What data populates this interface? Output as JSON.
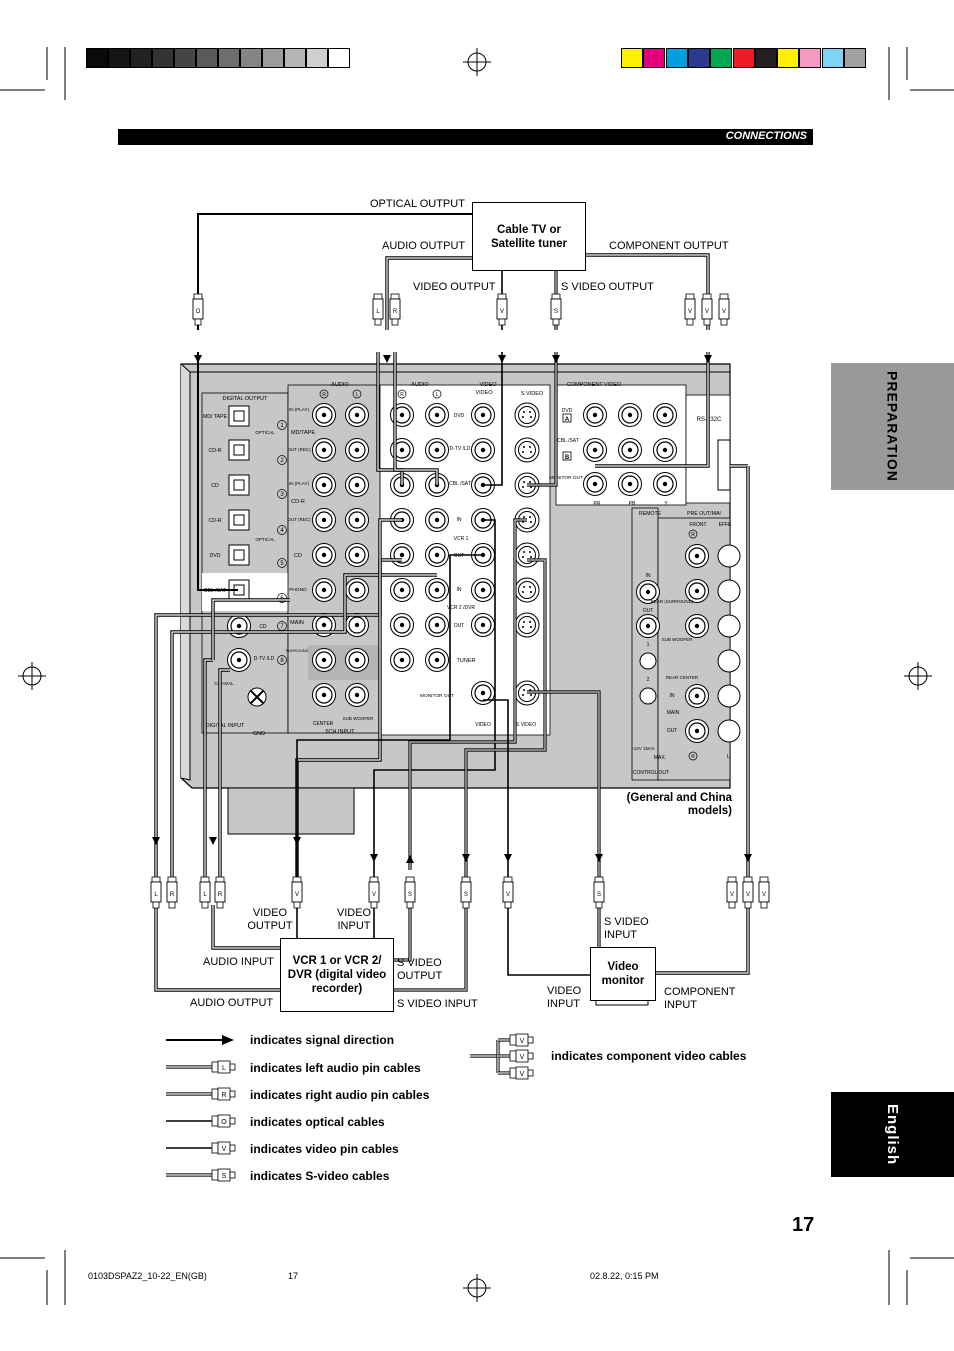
{
  "header": {
    "section": "CONNECTIONS"
  },
  "side_tabs": {
    "preparation": "PREPARATION",
    "english": "English"
  },
  "colors": {
    "gray_swatches": [
      "#0a0a0a",
      "#151515",
      "#222",
      "#333",
      "#454545",
      "#5a5a5a",
      "#6e6e6e",
      "#858585",
      "#9c9c9c",
      "#b4b4b4",
      "#cfcfcf",
      "#ffffff"
    ],
    "color_swatches": [
      "#ffef00",
      "#e2007a",
      "#00a0e0",
      "#2a3a90",
      "#00a651",
      "#ed1c24",
      "#231f20",
      "#fff100",
      "#f49ac1",
      "#7fd4f3",
      "#a0a0a0"
    ],
    "panel_gray": "#c7c7c7"
  },
  "tuner": {
    "name": "Cable TV or Satellite tuner",
    "optical_output": "OPTICAL OUTPUT",
    "audio_output": "AUDIO OUTPUT",
    "component_output": "COMPONENT OUTPUT",
    "video_output": "VIDEO OUTPUT",
    "s_video_output": "S VIDEO OUTPUT"
  },
  "vcr": {
    "name": "VCR 1 or VCR 2/ DVR (digital video recorder)",
    "video_output": "VIDEO OUTPUT",
    "video_input": "VIDEO INPUT",
    "audio_input": "AUDIO INPUT",
    "audio_output": "AUDIO OUTPUT",
    "s_video_output": "S VIDEO OUTPUT",
    "s_video_input": "S VIDEO INPUT"
  },
  "monitor": {
    "name": "Video monitor",
    "s_video_input": "S VIDEO INPUT",
    "video_input": "VIDEO INPUT",
    "component_input": "COMPONENT INPUT"
  },
  "models_note": "(General and China models)",
  "panel": {
    "digital_output": "DIGITAL OUTPUT",
    "outputs": [
      "MD/ TAPE",
      "CD-R"
    ],
    "inputs": [
      "CD",
      "CD-R",
      "DVD",
      "CBL /SAT"
    ],
    "coax": [
      "CD",
      "D-TV /LD"
    ],
    "optical": "OPTICAL",
    "coaxial": "COAXIAL",
    "digital_input": "DIGITAL INPUT",
    "gnd": "GND",
    "audio": "AUDIO",
    "video": "VIDEO",
    "s_video": "S VIDEO",
    "component_video": "COMPONENT VIDEO",
    "rs232c": "RS-232C",
    "numbers": [
      "1",
      "2",
      "3",
      "4",
      "5",
      "6",
      "7",
      "8"
    ],
    "in_play": "IN (PLAY)",
    "out_rec": "OUT (REC)",
    "md_tape": "MD/TAPE",
    "cdr": "CD-R",
    "cd": "CD",
    "phono": "PHONO",
    "main": "MAIN",
    "surround": "SURROUND",
    "center": "CENTER",
    "sub_woofer": "SUB WOOFER",
    "sch_input": "5CH INPUT",
    "dvd": "DVD",
    "dtv_ld": "D-TV /LD",
    "cbl_sat": "CBL /SAT",
    "vcr1": "VCR 1",
    "vcr2_dvr": "VCR 2 /DVR",
    "in": "IN",
    "out": "OUT",
    "tuner": "TUNER",
    "monitor_out": "MONITOR OUT",
    "comp_dvd": "DVD",
    "comp_cbl": "CBL /SAT",
    "comp_monitor": "MONITOR OUT",
    "pr": "PR",
    "pb": "PB",
    "y": "Y",
    "badge_a": "A",
    "badge_b": "B",
    "remote": "REMOTE",
    "pre_out_main": "PRE OUT/MAI",
    "front": "FRONT",
    "effect": "EFFE",
    "rear_surround": "REAR (SURROUND)",
    "sub_woofer2": "SUB WOOFER",
    "rear_center": "REAR CENTER",
    "main2": "MAIN",
    "plus12v": "+12V 15mA",
    "max": "MAX.",
    "control_out": "CONTROL OUT",
    "r": "R",
    "l": "L",
    "one": "1",
    "two": "2"
  },
  "plug_letters": {
    "o": "O",
    "l": "L",
    "r": "R",
    "v": "V",
    "s": "S"
  },
  "legend": {
    "signal": "indicates signal direction",
    "left_audio": "indicates left audio pin cables",
    "right_audio": "indicates right audio pin cables",
    "optical": "indicates optical cables",
    "video": "indicates video pin cables",
    "s_video": "indicates S-video cables",
    "component": "indicates component video cables"
  },
  "page_number": "17",
  "footer": {
    "file": "0103DSPAZ2_10-22_EN(GB)",
    "page": "17",
    "date": "02.8.22, 0:15 PM"
  }
}
